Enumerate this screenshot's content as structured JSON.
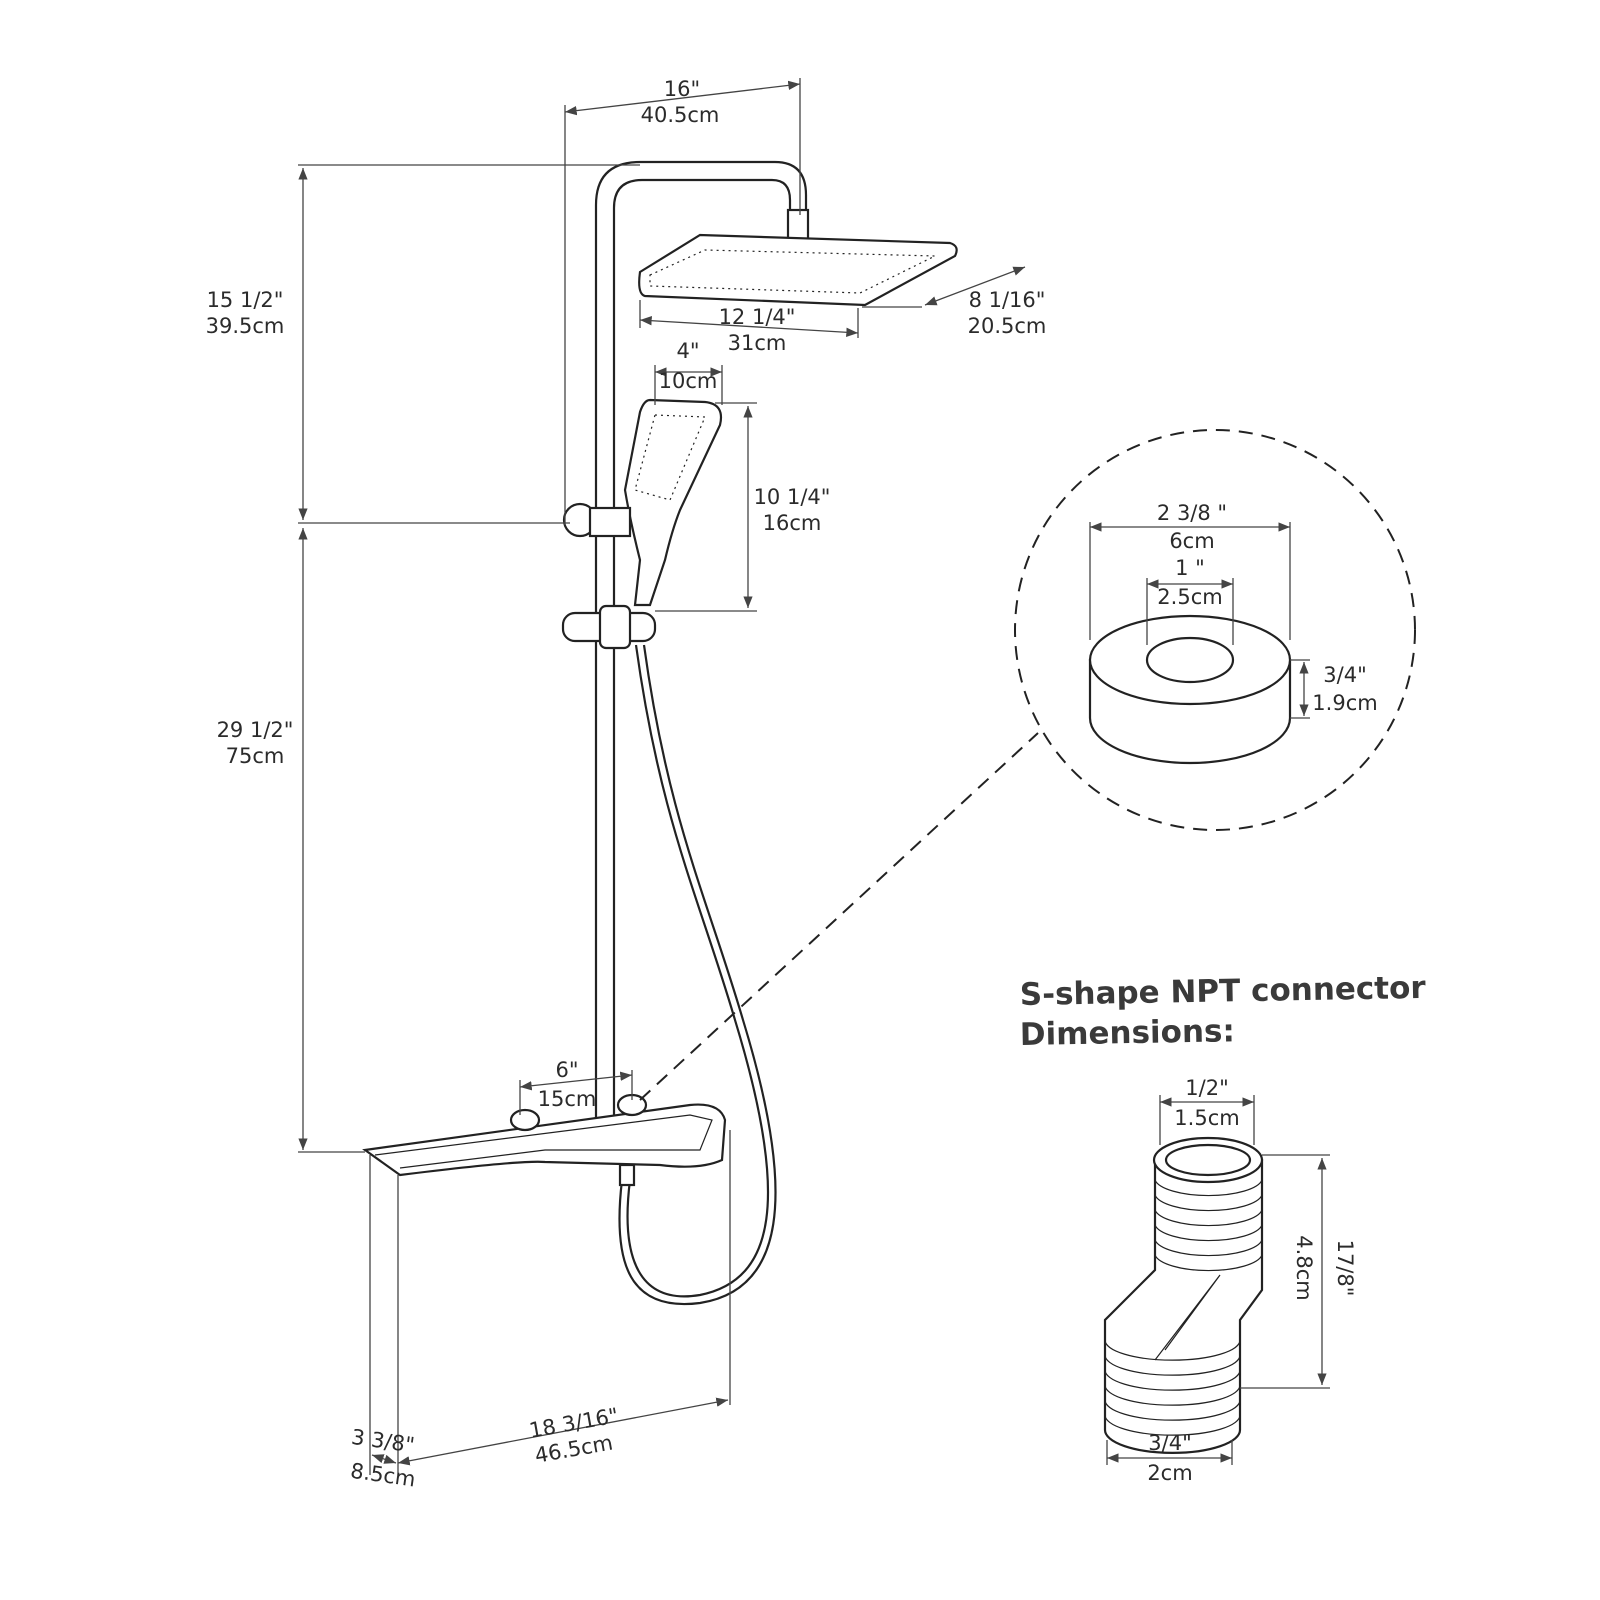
{
  "shower_system": {
    "arm_width": {
      "in": "16\"",
      "cm": "40.5cm"
    },
    "upper_height": {
      "in": "15 1/2\"",
      "cm": "39.5cm"
    },
    "lower_height": {
      "in": "29 1/2\"",
      "cm": "75cm"
    },
    "rain_head_width": {
      "in": "12 1/4\"",
      "cm": "31cm"
    },
    "rain_head_depth": {
      "in": "8 1/16\"",
      "cm": "20.5cm"
    },
    "hand_shower_width": {
      "in": "4\"",
      "cm": "10cm"
    },
    "hand_shower_length": {
      "in": "10 1/4\"",
      "cm": "16cm"
    },
    "valve_spacing": {
      "in": "6\"",
      "cm": "15cm"
    },
    "shelf_length": {
      "in": "18 3/16\"",
      "cm": "46.5cm"
    },
    "shelf_depth": {
      "in": "3 3/8\"",
      "cm": "8.5cm"
    }
  },
  "washer": {
    "outer_diameter": {
      "in": "2 3/8 \"",
      "cm": "6cm"
    },
    "inner_diameter": {
      "in": "1 \"",
      "cm": "2.5cm"
    },
    "thickness": {
      "in": "3/4\"",
      "cm": "1.9cm"
    }
  },
  "connector": {
    "title_line1": "S-shape NPT connector",
    "title_line2": "Dimensions:",
    "top_diameter": {
      "in": "1/2\"",
      "cm": "1.5cm"
    },
    "height": {
      "in": "17/8\"",
      "cm": "4.8cm"
    },
    "bottom_diameter": {
      "in": "3/4\"",
      "cm": "2cm"
    }
  }
}
